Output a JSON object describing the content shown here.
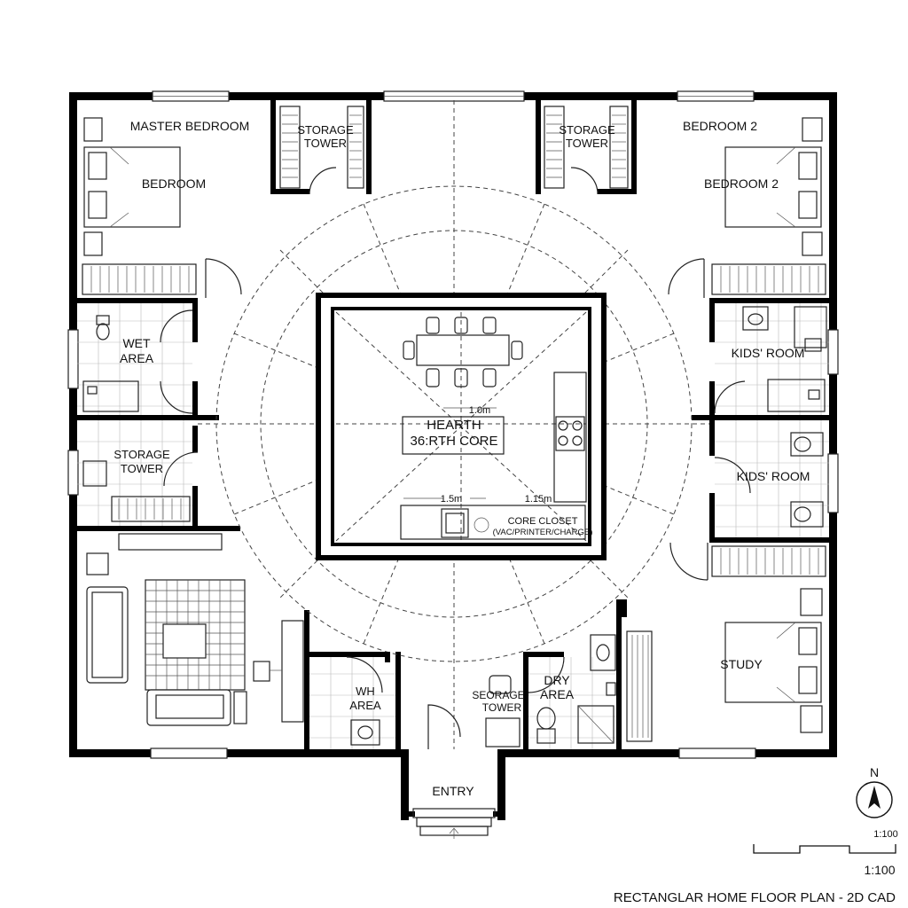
{
  "rooms": {
    "master_bedroom": "MASTER BEDROOM",
    "bedroom_left": "BEDROOM",
    "storage_tower_tl": [
      "STORAGE",
      "TOWER"
    ],
    "storage_tower_tr": [
      "STORAGE",
      "TOWER"
    ],
    "bedroom2_header": "BEDROOM 2",
    "bedroom2_label": "BEDROOM 2",
    "wet_area": [
      "WET",
      "AREA"
    ],
    "storage_tower_left": [
      "STORAGE",
      "TOWER"
    ],
    "kids_room_1": "KIDS' ROOM",
    "kids_room_2": "KIDS' ROOM",
    "study": "STUDY",
    "wh_area": [
      "WH",
      "AREA"
    ],
    "storage_tower_bottom": [
      "SEORAGE",
      "TOWER"
    ],
    "dry_area": [
      "DRY",
      "AREA"
    ],
    "entry": "ENTRY"
  },
  "core": {
    "title_1": "HEARTH",
    "title_2": "36:RTH CORE",
    "dim_top": "1.0m",
    "dim_left": "1.5m",
    "dim_right": "1.15m",
    "closet_1": "CORE CLOSET",
    "closet_2": "(VAC/PRINTER/CHARGE)"
  },
  "legend": {
    "north": "N",
    "scale_small": "1:100",
    "scale_large": "1:100",
    "title": "RECTANGLAR HOME FLOOR PLAN - 2D CAD"
  }
}
